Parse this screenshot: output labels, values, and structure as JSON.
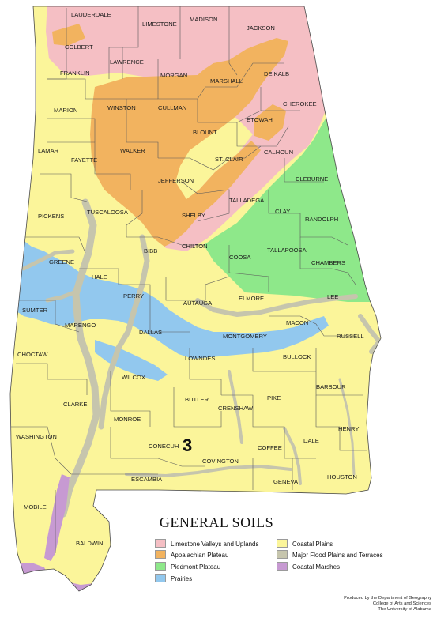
{
  "title": "GENERAL SOILS",
  "marker": "3",
  "credit": [
    "Produced by the Department of Geography",
    "College of Arts and Sciences",
    "The University of Alabama"
  ],
  "legend": [
    {
      "label": "Limestone Valleys and Uplands",
      "color": "#f5bfc4"
    },
    {
      "label": "Appalachian Plateau",
      "color": "#f2b35f"
    },
    {
      "label": "Piedmont Plateau",
      "color": "#8ee88a"
    },
    {
      "label": "Prairies",
      "color": "#92c8ee"
    },
    {
      "label": "Coastal Plains",
      "color": "#fbf59a"
    },
    {
      "label": "Major Flood Plains and Terraces",
      "color": "#c6c5ad"
    },
    {
      "label": "Coastal Marshes",
      "color": "#c79ad2"
    }
  ],
  "counties": [
    "LAUDERDALE",
    "LIMESTONE",
    "MADISON",
    "JACKSON",
    "COLBERT",
    "LAWRENCE",
    "FRANKLIN",
    "MORGAN",
    "MARSHALL",
    "DE KALB",
    "MARION",
    "WINSTON",
    "CULLMAN",
    "CHEROKEE",
    "ETOWAH",
    "BLOUNT",
    "LAMAR",
    "FAYETTE",
    "WALKER",
    "CALHOUN",
    "ST. CLAIR",
    "JEFFERSON",
    "CLEBURNE",
    "TALLADEGA",
    "PICKENS",
    "TUSCALOOSA",
    "CLAY",
    "RANDOLPH",
    "SHELBY",
    "BIBB",
    "GREENE",
    "CHILTON",
    "COOSA",
    "TALLAPOOSA",
    "CHAMBERS",
    "HALE",
    "PERRY",
    "AUTAUGA",
    "ELMORE",
    "LEE",
    "SUMTER",
    "MARENGO",
    "DALLAS",
    "MONTGOMERY",
    "MACON",
    "RUSSELL",
    "CHOCTAW",
    "LOWNDES",
    "BULLOCK",
    "WILCOX",
    "BARBOUR",
    "BUTLER",
    "CLARKE",
    "PIKE",
    "CRENSHAW",
    "MONROE",
    "HENRY",
    "WASHINGTON",
    "DALE",
    "CONECUH",
    "COFFEE",
    "COVINGTON",
    "ESCAMBIA",
    "HOUSTON",
    "GENEVA",
    "MOBILE",
    "BALDWIN"
  ]
}
